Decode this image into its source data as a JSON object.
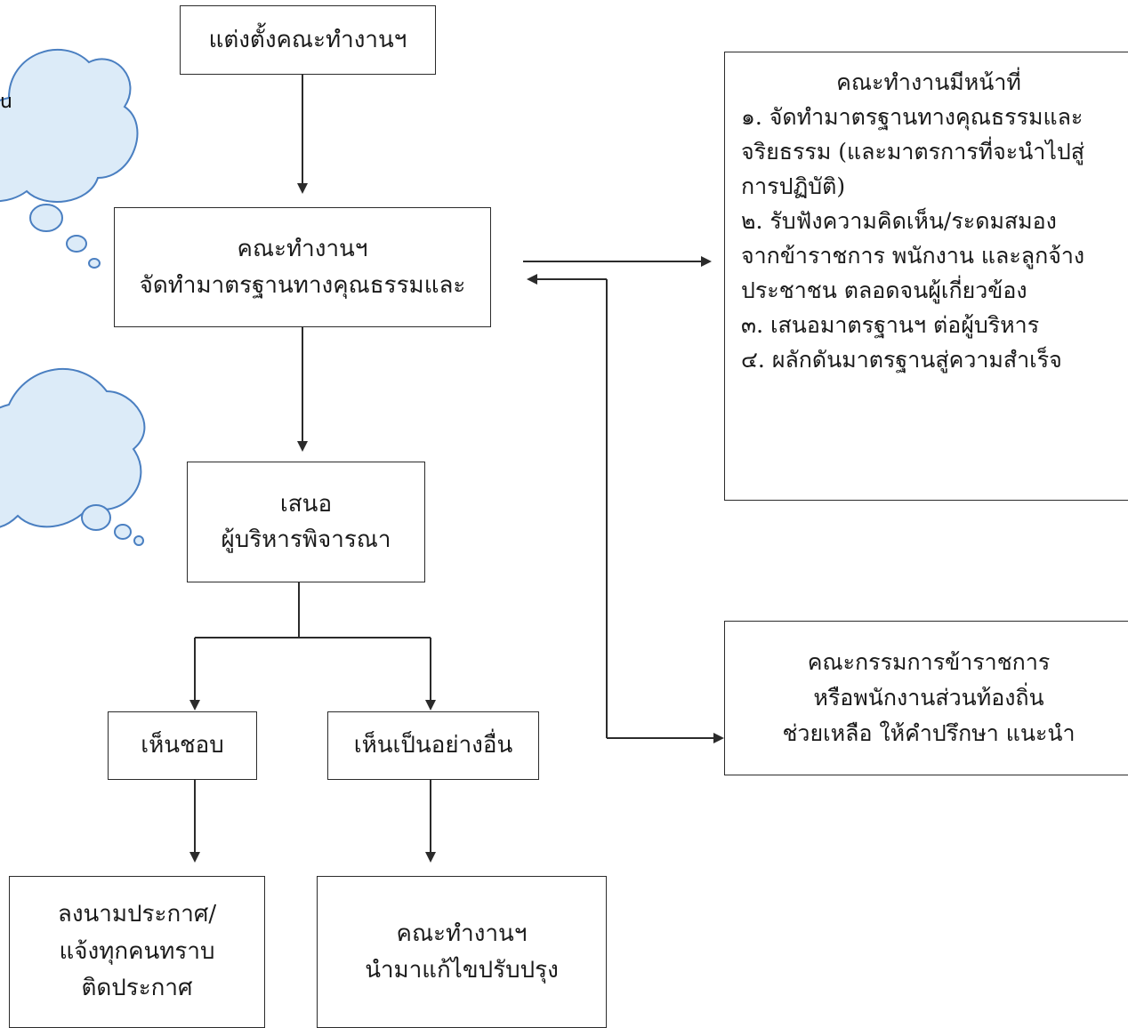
{
  "diagram": {
    "appoint": [
      "แต่งตั้งคณะทำงานฯ"
    ],
    "working_group": [
      "คณะทำงานฯ",
      "จัดทำมาตรฐานทางคุณธรรมและ"
    ],
    "propose": [
      "เสนอ",
      "ผู้บริหารพิจารณา"
    ],
    "approve": [
      "เห็นชอบ"
    ],
    "disagree": [
      "เห็นเป็นอย่างอื่น"
    ],
    "announce": [
      "ลงนามประกาศ/",
      "แจ้งทุกคนทราบ",
      "ติดประกาศ"
    ],
    "revise": [
      "คณะทำงานฯ",
      "นำมาแก้ไขปรับปรุง"
    ],
    "duties": [
      "คณะทำงานมีหน้าที่",
      "๑. จัดทำมาตรฐานทางคุณธรรมและ",
      "จริยธรรม (และมาตรการที่จะนำไปสู่",
      "การปฏิบัติ)",
      "๒. รับฟังความคิดเห็น/ระดมสมอง",
      "จากข้าราชการ พนักงาน และลูกจ้าง",
      "ประชาชน ตลอดจนผู้เกี่ยวข้อง",
      "๓. เสนอมาตรฐานฯ ต่อผู้บริหาร",
      "๔. ผลักดันมาตรฐานสู่ความสำเร็จ"
    ],
    "committee": [
      "คณะกรรมการข้าราชการ",
      "หรือพนักงานส่วนท้องถิ่น",
      "ช่วยเหลือ ให้คำปรึกษา แนะนำ"
    ],
    "cloud_top_fragment": "u"
  },
  "colors": {
    "line": "#2b2b2b",
    "cloud_fill": "#dcebf8",
    "cloud_stroke": "#4a7fc1"
  }
}
